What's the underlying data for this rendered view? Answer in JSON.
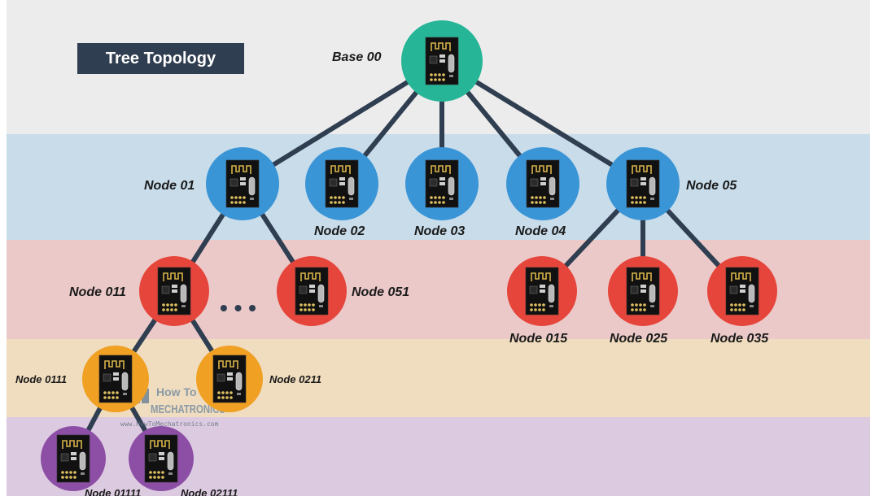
{
  "title": "Tree Topology",
  "colors": {
    "band_base": "#ececec",
    "band_level1": "#c8dcea",
    "band_level2": "#ecc9c9",
    "band_level3": "#f0dcbe",
    "band_level4": "#dccbe0",
    "base": "#26b597",
    "level1": "#3a95d6",
    "level2": "#e5453a",
    "level3": "#f0a022",
    "level4": "#8d4fa6",
    "line": "#2f3e50"
  },
  "nodes": {
    "base": "Base 00",
    "n01": "Node 01",
    "n02": "Node 02",
    "n03": "Node 03",
    "n04": "Node 04",
    "n05": "Node 05",
    "n011": "Node 011",
    "n051": "Node 051",
    "n015": "Node 015",
    "n025": "Node 025",
    "n035": "Node 035",
    "n0111": "Node 0111",
    "n0211": "Node 0211",
    "n01111": "Node 01111",
    "n02111": "Node 02111"
  },
  "ellipsis": "• • •",
  "watermark": {
    "line1": "How To",
    "line2": "MECHATRONICS",
    "url": "www.HowToMechatronics.com"
  },
  "icons": {
    "module": "nrf24l01-module-icon",
    "logo": "howtomechatronics-logo-icon"
  }
}
